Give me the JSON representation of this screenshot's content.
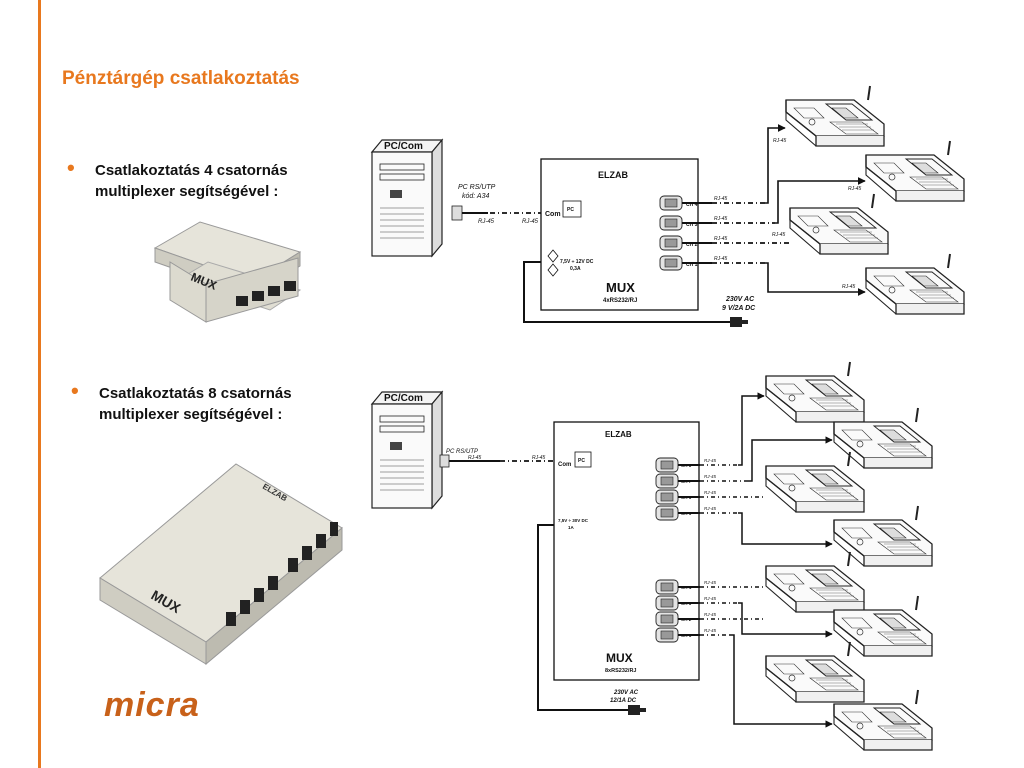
{
  "title": "Pénztárgép csatlakoztatás",
  "bullets": [
    {
      "line1": "Csatlakoztatás 4 csatornás",
      "line2": "multiplexer segítségével :"
    },
    {
      "line1": "Csatlakoztatás 8 csatornás",
      "line2": "multiplexer segítségével :"
    }
  ],
  "logo_text": "micra",
  "colors": {
    "accent": "#e8781e",
    "logo": "#c8611a"
  },
  "diagram1": {
    "pc_label": "PC/Com",
    "pc_cable": "PC RS/UTP",
    "pc_cable_code": "kód: A34",
    "rj45": "RJ-45",
    "brand": "ELZAB",
    "com": "Com",
    "pc_port": "PC",
    "channels": [
      "CH 4",
      "CH 3",
      "CH 2",
      "CH 1"
    ],
    "power_spec": "7,5V ÷ 12V  DC",
    "power_current": "0,3A",
    "mux": "MUX",
    "mux_model": "4xRS232/RJ",
    "adapter_1": "230V AC",
    "adapter_2": "9 V/2A DC"
  },
  "diagram2": {
    "pc_label": "PC/Com",
    "pc_cable": "PC RS/UTP",
    "rj45": "RJ-45",
    "brand": "ELZAB",
    "com": "Com",
    "pc_port": "PC",
    "channels_top": [
      "CH 8",
      "CH 7",
      "CH 6",
      "CH 5"
    ],
    "channels_bottom": [
      "CH 4",
      "CH 3",
      "CH 2",
      "CH 1"
    ],
    "power_spec": "7,5V ÷ 30V  DC",
    "power_current": "1A",
    "mux": "MUX",
    "mux_model": "8xRS232/RJ",
    "adapter_1": "230V AC",
    "adapter_2": "12/1A DC"
  },
  "product_photo_1": {
    "label": "MUX"
  },
  "product_photo_2": {
    "label": "MUX",
    "brand": "ELZAB"
  }
}
